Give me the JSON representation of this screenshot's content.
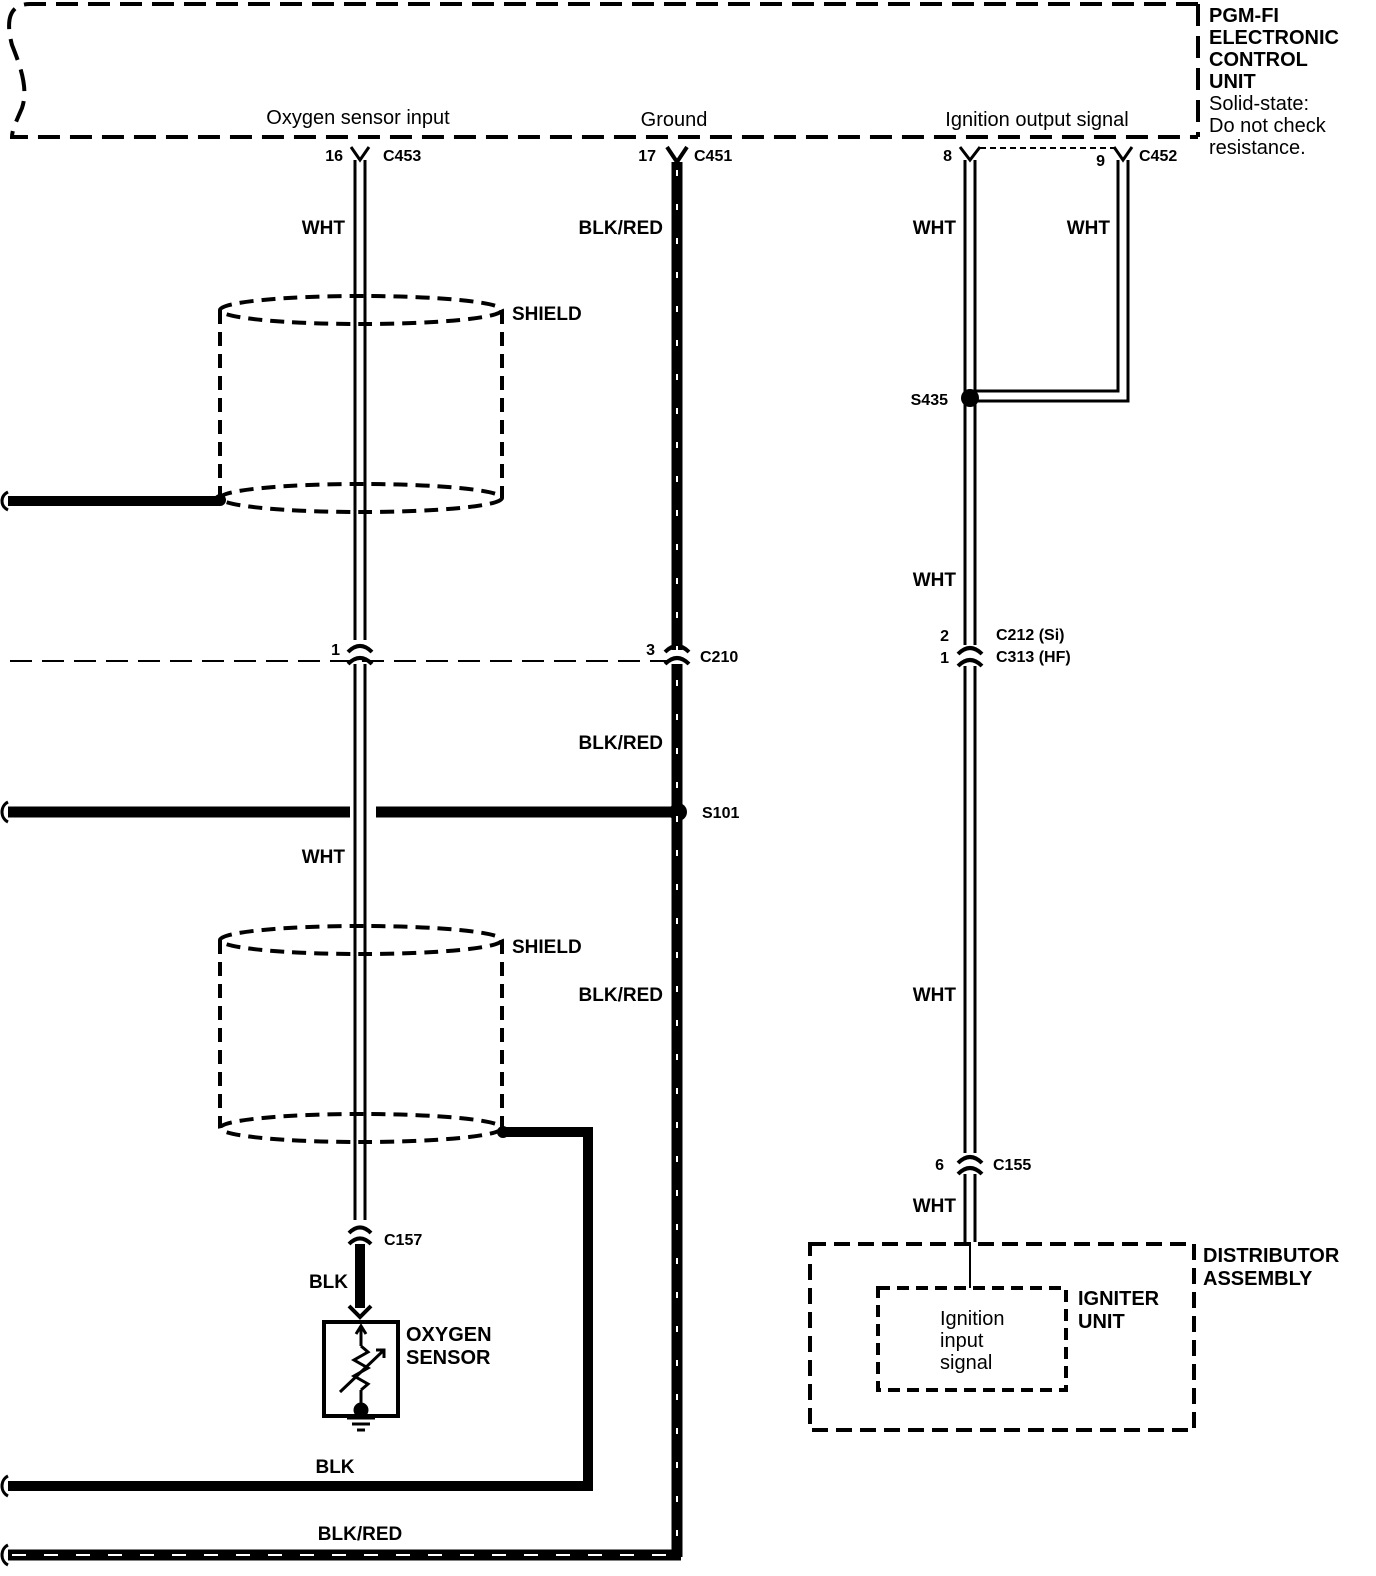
{
  "ecu": {
    "title_lines": [
      "PGM-FI",
      "ELECTRONIC",
      "CONTROL",
      "UNIT"
    ],
    "note_lines": [
      "Solid-state:",
      "Do not check",
      "resistance."
    ],
    "terminals": [
      {
        "label": "Oxygen sensor input",
        "pin": "16",
        "connector": "C453"
      },
      {
        "label": "Ground",
        "pin": "17",
        "connector": "C451"
      },
      {
        "label": "Ignition output signal",
        "pin": "8",
        "connector": ""
      },
      {
        "label": "",
        "pin": "9",
        "connector": "C452"
      }
    ]
  },
  "wire_colors": {
    "wht_1": "WHT",
    "wht_2": "WHT",
    "blk": "BLK",
    "blk_2": "BLK",
    "blkred_1": "BLK/RED",
    "blkred_2": "BLK/RED",
    "blkred_3": "BLK/RED",
    "blkred_bottom": "BLK/RED",
    "ign_wht_1": "WHT",
    "ign_wht_2": "WHT",
    "ign_wht_3": "WHT",
    "ign_wht_4": "WHT",
    "ign_wht_5": "WHT"
  },
  "shields": [
    "SHIELD",
    "SHIELD"
  ],
  "connectors": {
    "c210": {
      "name": "C210",
      "pin_left": "1",
      "pin_right": "3"
    },
    "c157": {
      "name": "C157"
    },
    "c212": {
      "name": "C212  (Si)",
      "pin": "2"
    },
    "c313": {
      "name": "C313  (HF)",
      "pin": "1"
    },
    "c155": {
      "name": "C155",
      "pin": "6"
    }
  },
  "splices": {
    "s101": "S101",
    "s435": "S435"
  },
  "oxygen_sensor": {
    "lines": [
      "OXYGEN",
      "SENSOR"
    ]
  },
  "distributor": {
    "title_lines": [
      "DISTRIBUTOR",
      "ASSEMBLY"
    ],
    "igniter_lines": [
      "IGNITER",
      "UNIT"
    ],
    "input_lines": [
      "Ignition",
      "input",
      "signal"
    ]
  }
}
